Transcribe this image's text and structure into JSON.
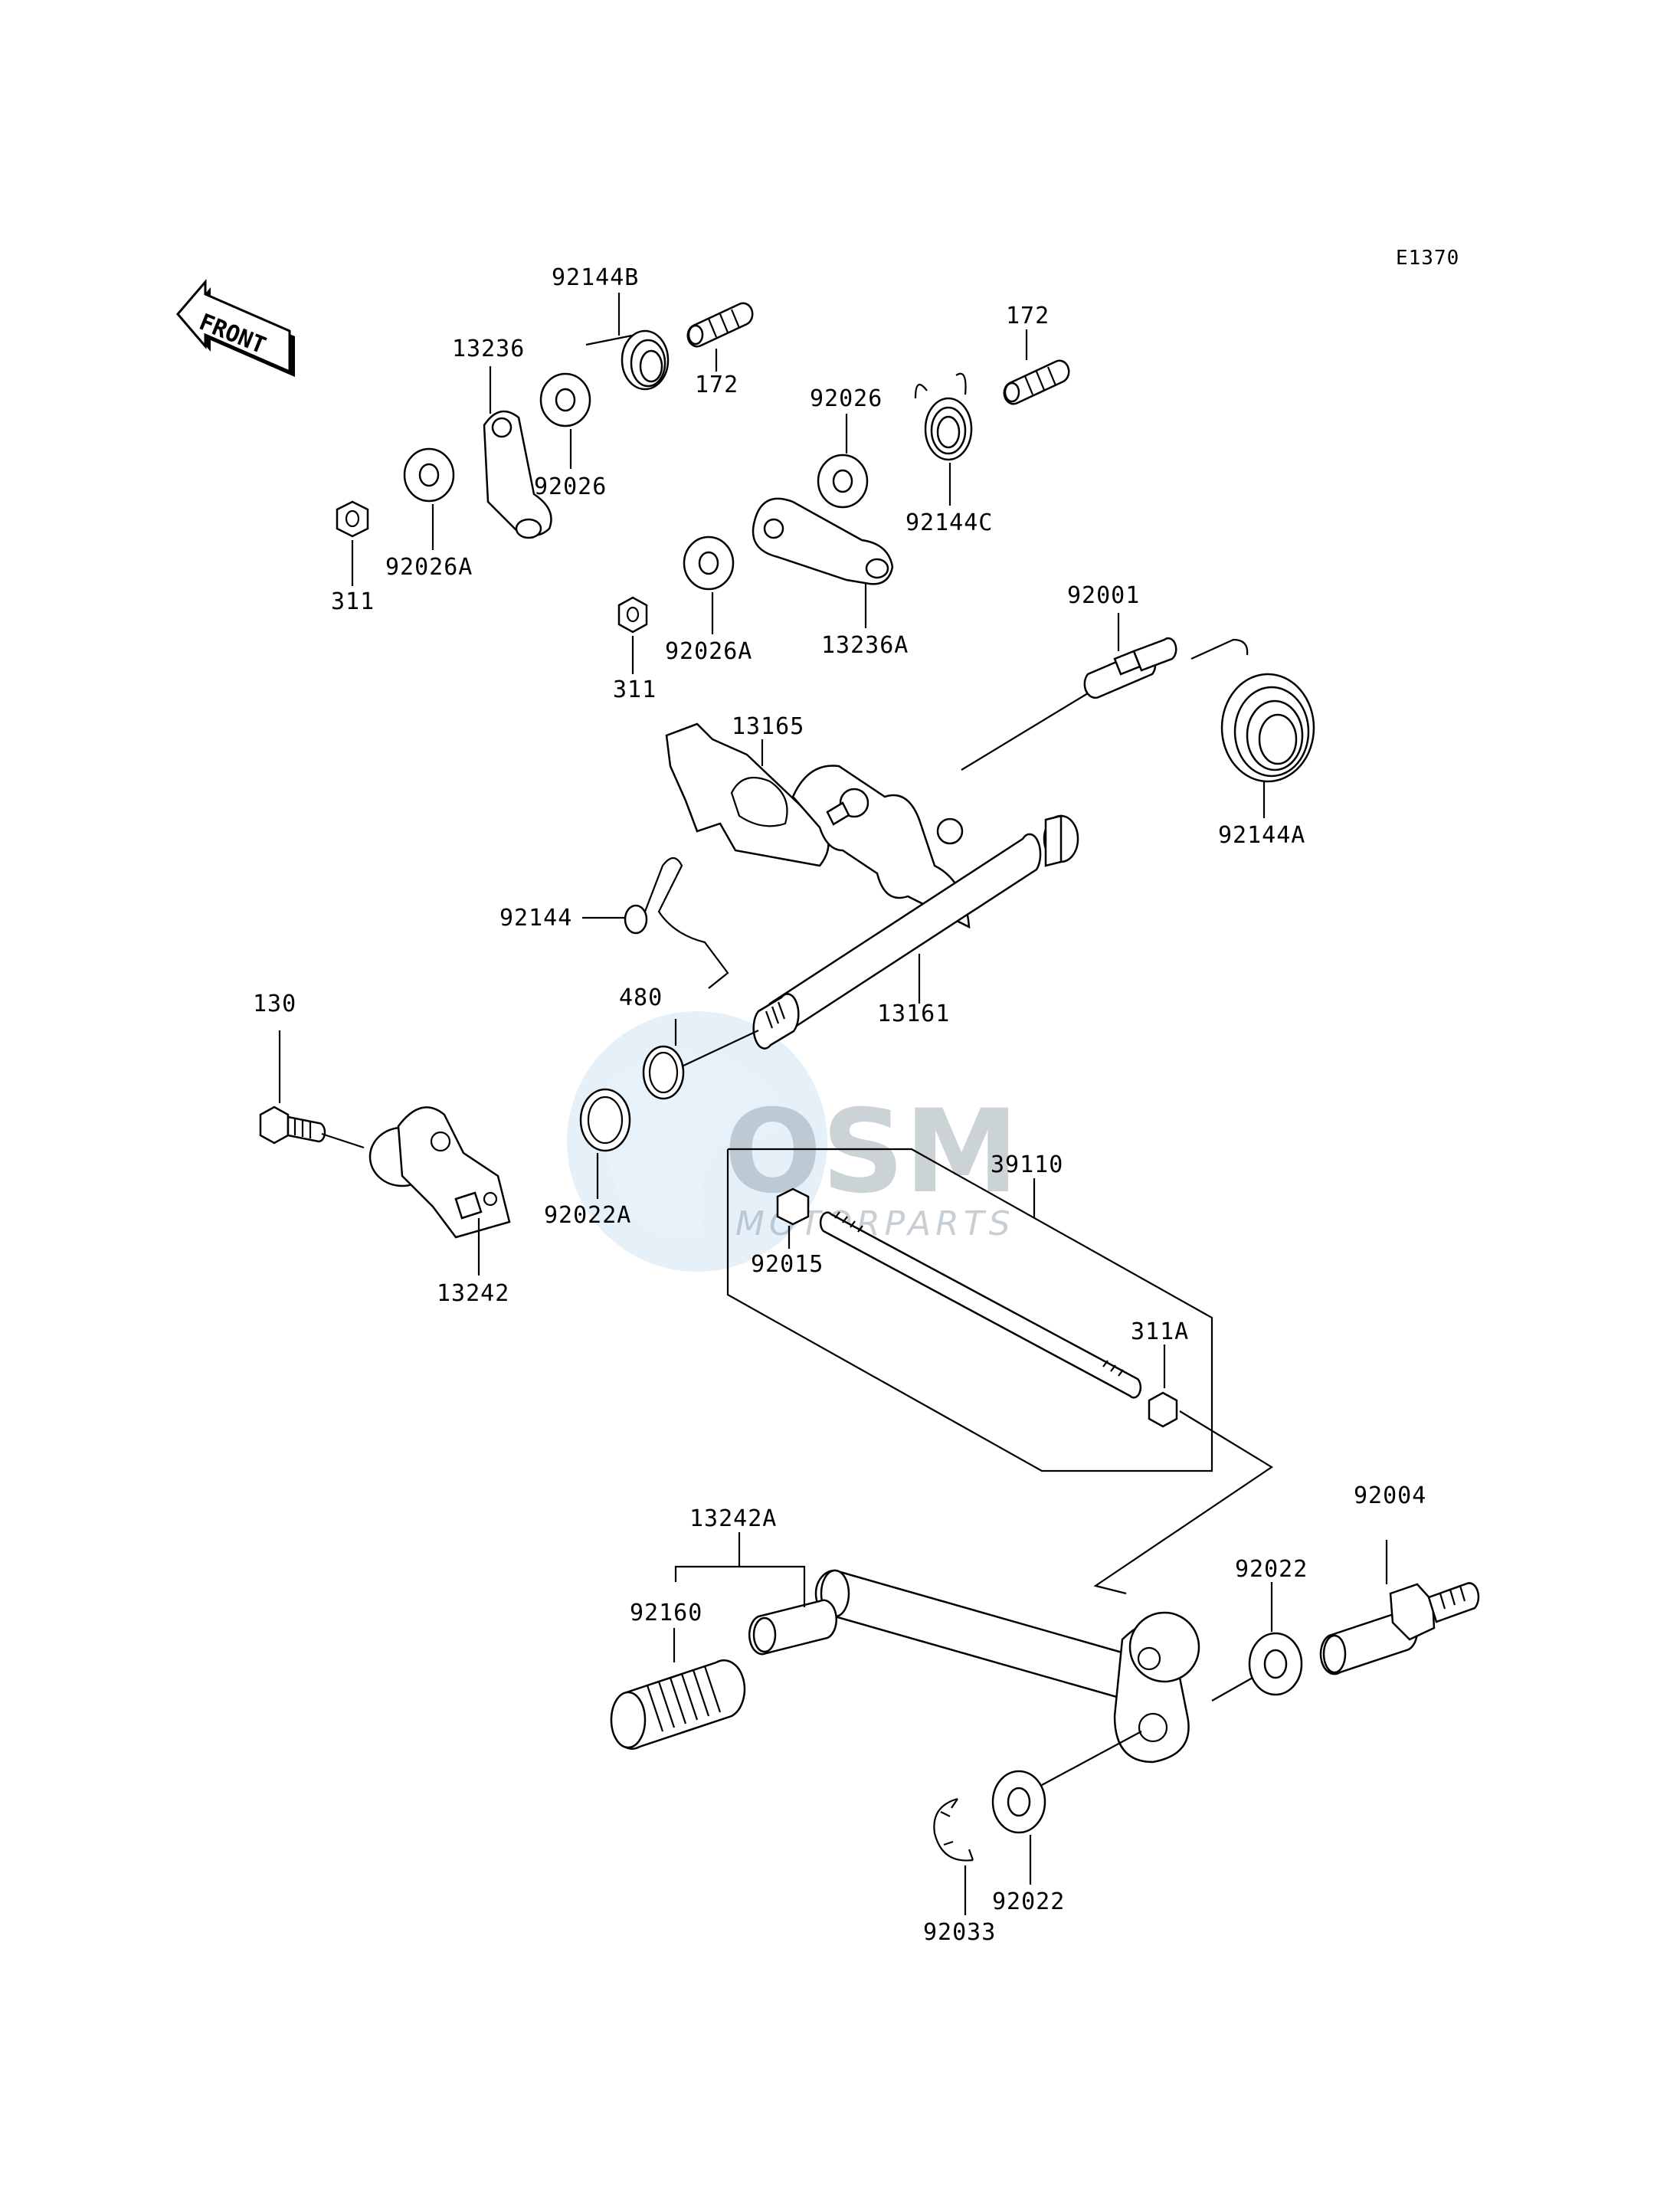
{
  "diagram": {
    "code": "E1370",
    "front_label": "FRONT",
    "watermark": {
      "brand": "OSM",
      "sub": "MOTORPARTS"
    },
    "part_labels": {
      "p92144B": "92144B",
      "p172a": "172",
      "p172b": "172",
      "p13236": "13236",
      "p92026a": "92026",
      "p92026b": "92026",
      "p92144C": "92144C",
      "p311a": "311",
      "p92026Aa": "92026A",
      "p311b": "311",
      "p92026Ab": "92026A",
      "p13236A": "13236A",
      "p92001": "92001",
      "p13165": "13165",
      "p92144A": "92144A",
      "p92144": "92144",
      "p480": "480",
      "p13161": "13161",
      "p130": "130",
      "p39110": "39110",
      "p92022A": "92022A",
      "p92015": "92015",
      "p13242": "13242",
      "p311A": "311A",
      "p13242A": "13242A",
      "p92004": "92004",
      "p92022a": "92022",
      "p92160": "92160",
      "p92022b": "92022",
      "p92033": "92033"
    }
  }
}
